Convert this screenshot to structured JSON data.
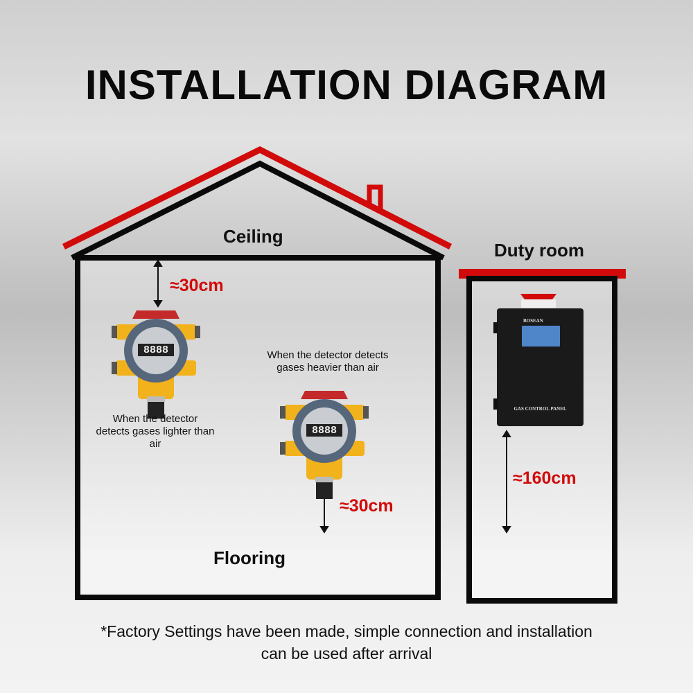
{
  "title": "INSTALLATION DIAGRAM",
  "house": {
    "ceiling": "Ceiling",
    "flooring": "Flooring",
    "detector_light": {
      "note": "When the detector detects gases lighter than air",
      "distance": "≈30cm",
      "display": "8888"
    },
    "detector_heavy": {
      "note": "When the detector detects gases heavier than air",
      "distance": "≈30cm",
      "display": "8888"
    }
  },
  "duty_room": {
    "label": "Duty room",
    "panel_brand": "BOSEAN",
    "panel_label": "GAS CONTROL PANEL",
    "distance": "≈160cm"
  },
  "footer": "*Factory Settings have been made, simple connection and installation can be used after arrival",
  "colors": {
    "red": "#d10a0a",
    "black": "#0a0a0a",
    "detector_yellow": "#f2b21c"
  }
}
